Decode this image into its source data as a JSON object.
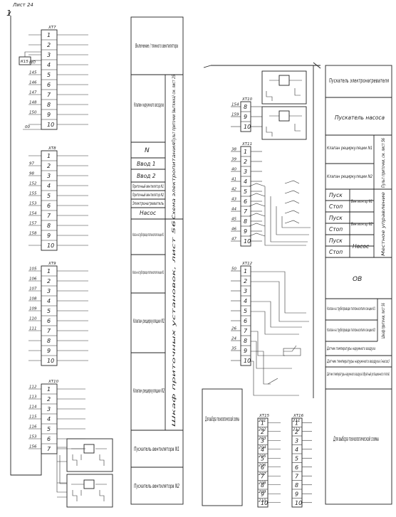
{
  "sheet": {
    "title": "Лист 24",
    "corner": "1"
  },
  "block1": {
    "xt7": {
      "name": "XT7",
      "terminals": [
        "1",
        "2",
        "3",
        "4",
        "5",
        "6",
        "7",
        "8",
        "9",
        "10"
      ],
      "wires": [
        "",
        "",
        "",
        "МП",
        "145",
        "146",
        "147",
        "148",
        "150",
        ""
      ],
      "k15": "К15",
      "aux_wire": "00"
    },
    "xt8": {
      "name": "XT8",
      "terminals": [
        "1",
        "2",
        "3",
        "4",
        "5",
        "6",
        "7",
        "8",
        "9",
        "10"
      ],
      "wires": [
        "",
        "97",
        "98",
        "152",
        "155",
        "153",
        "154",
        "157",
        "158",
        ""
      ]
    },
    "xt9": {
      "name": "XT9",
      "terminals": [
        "1",
        "2",
        "3",
        "4",
        "5",
        "6",
        "7",
        "8",
        "9",
        "10"
      ],
      "wires": [
        "105",
        "106",
        "107",
        "108",
        "109",
        "110",
        "111",
        "",
        "",
        ""
      ]
    },
    "xt10": {
      "name": "XT10",
      "terminals": [
        "1",
        "2",
        "3",
        "4",
        "5",
        "6",
        "7"
      ],
      "wires": [
        "112",
        "113",
        "114",
        "115",
        "116",
        "153",
        "156"
      ]
    }
  },
  "col2": {
    "labels": [
      "Включение / тяжного вентилятора",
      "Клапан наружного воздуха",
      "N",
      "Ввод 1",
      "Ввод 2",
      "Приточный вентилятор N1",
      "Приточный вентилятор N2",
      "Электронагреватель",
      "Насос",
      "Клапан на трубопроводе теплоносителя секции N1",
      "Клапан на трубопроводе теплоносителя секции N2",
      "Клапан рециркуляции N1",
      "Клапан рециркуляции N2",
      "Пускатель вентилятора N1",
      "Пускатель вентилятора N2"
    ],
    "side": [
      "Пульт приточки (вытяжка) см. лист 25",
      "Схема электропитания",
      "Шкаф приточных установок, лист 56"
    ]
  },
  "block2": {
    "xt10": {
      "name": "XT10",
      "terminals": [
        "8",
        "9",
        "10"
      ],
      "wires": [
        "154",
        "159",
        ""
      ]
    },
    "xt11": {
      "name": "XT11",
      "terminals": [
        "1",
        "2",
        "3",
        "4",
        "5",
        "6",
        "7",
        "8",
        "9",
        "10"
      ],
      "wires": [
        "38",
        "39",
        "40",
        "41",
        "42",
        "43",
        "44",
        "45",
        "46",
        "47"
      ]
    },
    "xt12": {
      "name": "XT12",
      "terminals": [
        "1",
        "2",
        "3",
        "4",
        "5",
        "6",
        "7",
        "8",
        "9",
        "10"
      ],
      "wires": [
        "50",
        "",
        "",
        "",
        "",
        "",
        "26",
        "24",
        "35",
        ""
      ]
    },
    "aux_block": "Для выбора технологической схемы",
    "xt15": {
      "name": "XT15",
      "terminals": [
        "1",
        "2",
        "3",
        "4",
        "5",
        "6",
        "7",
        "8",
        "9",
        "10"
      ],
      "wires": [
        "201",
        "202",
        "203",
        "204",
        "205",
        "206",
        "207",
        "208",
        "209",
        "210"
      ]
    },
    "xt16": {
      "name": "XT16",
      "terminals": [
        "1",
        "2",
        "3",
        "4",
        "5",
        "6",
        "7",
        "8",
        "9",
        "10"
      ],
      "wires": [
        "211",
        "212",
        "",
        "",
        "",
        "",
        "",
        "",
        "",
        ""
      ]
    }
  },
  "col4": {
    "labels": [
      "Пускатель электронагревателя",
      "Пускатель насоса",
      "Клапан рециркуляции N1",
      "Клапан рециркуляции N2",
      "Пуск",
      "Стоп",
      "Вентилятор N1",
      "Пуск",
      "Стоп",
      "Вентилятор N2",
      "Пуск",
      "Стоп",
      "Насос",
      "ОВ",
      "Клапан на трубопроводе теплоносителя секции N1",
      "Клапан на трубопроводе теплоносителя секции N2",
      "Датчик температуры наружного воздуха",
      "Датчик температуры наружного воздуха (насос)",
      "Датчик температуры наружного воздуха (обратный ротационного тепла)",
      "Для выбора технологической схемы"
    ],
    "side": [
      "Пульт приточки, см. лист 56",
      "Местное управление",
      "Шкаф приточки, лист 56"
    ]
  }
}
